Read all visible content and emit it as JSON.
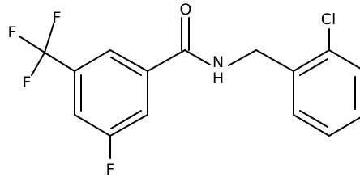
{
  "molecule": {
    "atoms": [
      {
        "id": "O",
        "label": "O"
      },
      {
        "id": "N",
        "label": "N"
      },
      {
        "id": "H",
        "label": "H"
      },
      {
        "id": "F1",
        "label": "F"
      },
      {
        "id": "F2",
        "label": "F"
      },
      {
        "id": "F3",
        "label": "F"
      },
      {
        "id": "F4",
        "label": "F"
      },
      {
        "id": "Cl",
        "label": "Cl"
      }
    ]
  }
}
